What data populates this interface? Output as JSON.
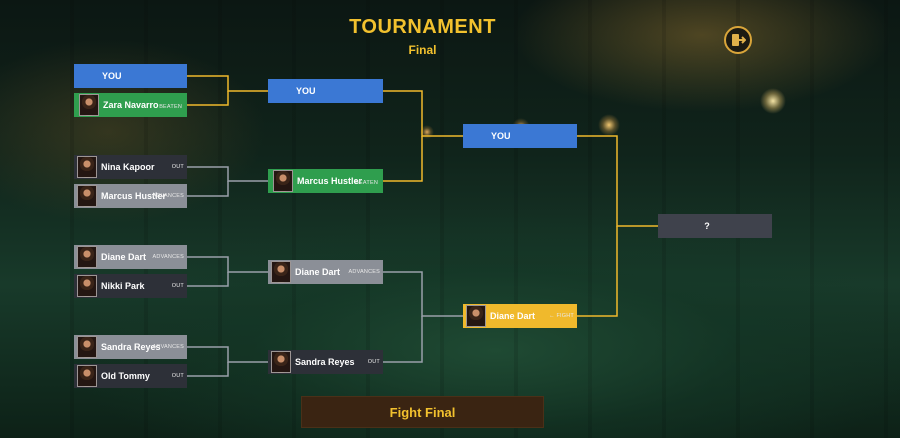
{
  "header": {
    "title": "TOURNAMENT",
    "subtitle": "Final"
  },
  "exit_button": {
    "icon": "exit-door-icon"
  },
  "round1": [
    {
      "name": "YOU",
      "status": "",
      "style": "blue"
    },
    {
      "name": "Zara Navarro",
      "status": "BEATEN",
      "style": "green"
    },
    {
      "name": "Nina Kapoor",
      "status": "OUT",
      "style": "dark"
    },
    {
      "name": "Marcus Hustler",
      "status": "ADVANCES",
      "style": "grey"
    },
    {
      "name": "Diane Dart",
      "status": "ADVANCES",
      "style": "grey"
    },
    {
      "name": "Nikki Park",
      "status": "OUT",
      "style": "dark"
    },
    {
      "name": "Sandra Reyes",
      "status": "ADVANCES",
      "style": "grey"
    },
    {
      "name": "Old Tommy",
      "status": "OUT",
      "style": "dark"
    }
  ],
  "round2": [
    {
      "name": "YOU",
      "status": "",
      "style": "blue"
    },
    {
      "name": "Marcus Hustler",
      "status": "BEATEN",
      "style": "green"
    },
    {
      "name": "Diane Dart",
      "status": "ADVANCES",
      "style": "grey"
    },
    {
      "name": "Sandra Reyes",
      "status": "OUT",
      "style": "dark"
    }
  ],
  "round3": [
    {
      "name": "YOU",
      "status": "",
      "style": "blue"
    },
    {
      "name": "Diane Dart",
      "status": "← FIGHT",
      "style": "gold"
    }
  ],
  "final": {
    "name": "?"
  },
  "fight_button": {
    "label": "Fight Final"
  },
  "colors": {
    "title": "#f2c12e",
    "you": "#3b78d4",
    "beaten": "#2f9e4e",
    "advances": "#8b8f97",
    "out": "#2d3038",
    "current_opponent": "#f0b92c",
    "line_you": "#f0b92c",
    "line_other": "#9aa0aa"
  }
}
